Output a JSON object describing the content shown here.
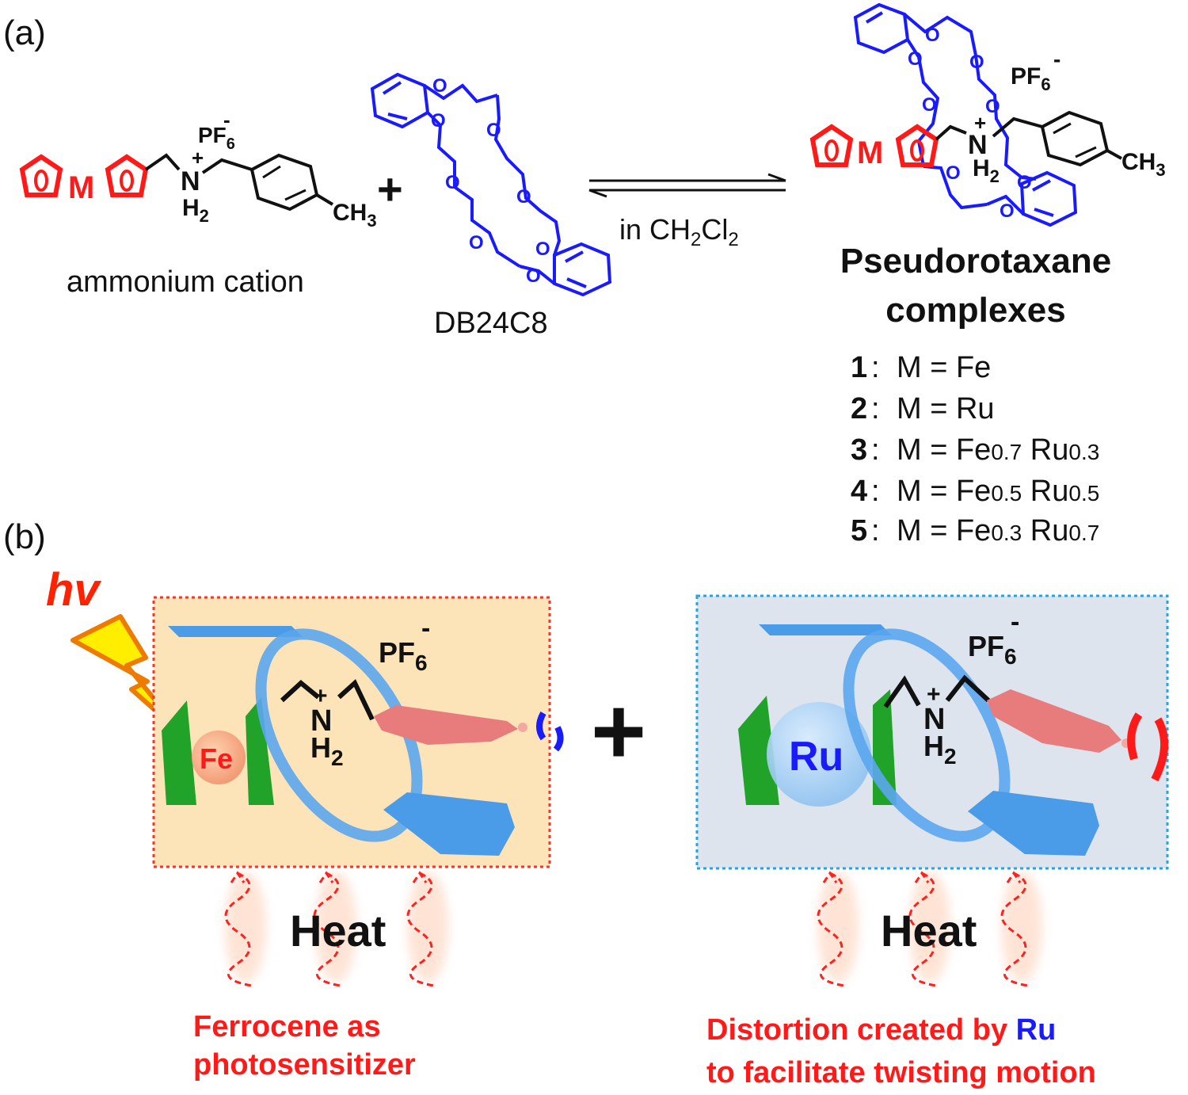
{
  "panel_a": {
    "label": "(a)",
    "ammonium": {
      "metal": "M",
      "counterion": "PF",
      "counterion_sub": "6",
      "counterion_sup": "-",
      "n_charge": "+",
      "nitrogen": "N",
      "h2_h": "H",
      "h2_sub": "2",
      "ch3_c": "CH",
      "ch3_sub": "3",
      "caption": "ammonium cation"
    },
    "plus": "+",
    "crown": {
      "caption": "DB24C8",
      "oxygen": "O"
    },
    "arrow_label_pre": "in CH",
    "arrow_label_sub1": "2",
    "arrow_label_mid": "Cl",
    "arrow_label_sub2": "2",
    "product": {
      "title_line1": "Pseudorotaxane",
      "title_line2": "complexes",
      "counterion": "PF",
      "counterion_sub": "6",
      "counterion_sup": "-",
      "metal": "M",
      "nitrogen": "N",
      "n_charge": "+",
      "h2_h": "H",
      "h2_sub": "2",
      "ch3_c": "CH",
      "ch3_sub": "3"
    },
    "compounds": [
      {
        "num": "1",
        "sep": ":",
        "m": "M = Fe",
        "rest": ""
      },
      {
        "num": "2",
        "sep": ":",
        "m": "M = Ru",
        "rest": ""
      },
      {
        "num": "3",
        "sep": ":",
        "m": "M = Fe",
        "s1": "0.7",
        "mid": " Ru",
        "s2": "0.3"
      },
      {
        "num": "4",
        "sep": ":",
        "m": "M = Fe",
        "s1": "0.5",
        "mid": " Ru",
        "s2": "0.5"
      },
      {
        "num": "5",
        "sep": ":",
        "m": "M = Fe",
        "s1": "0.3",
        "mid": " Ru",
        "s2": "0.7"
      }
    ]
  },
  "panel_b": {
    "label": "(b)",
    "hv": "hv",
    "plus": "+",
    "left": {
      "metal": "Fe",
      "counterion": "PF",
      "counterion_sub": "6",
      "counterion_sup": "-",
      "n_charge": "+",
      "nitrogen": "N",
      "h2_h": "H",
      "h2_sub": "2",
      "heat": "Heat",
      "caption_line1": "Ferrocene as",
      "caption_line2": "photosensitizer"
    },
    "right": {
      "metal": "Ru",
      "counterion": "PF",
      "counterion_sub": "6",
      "counterion_sup": "-",
      "n_charge": "+",
      "nitrogen": "N",
      "h2_h": "H",
      "h2_sub": "2",
      "heat": "Heat",
      "caption_line1_pre": "Distortion created by ",
      "caption_line1_ru": "Ru",
      "caption_line2": "to facilitate twisting motion"
    }
  },
  "colors": {
    "red": "#ff1a1a",
    "blue": "#1a1aff",
    "black": "#111111",
    "fe_box_bg": "#fde4b8",
    "ru_box_bg": "#dde4ee",
    "green": "#1fae2a",
    "ring_blue": "#5aa6ee",
    "pink": "#e87c7c",
    "hv_red": "#ff2200",
    "bolt_yellow": "#ffee00"
  }
}
